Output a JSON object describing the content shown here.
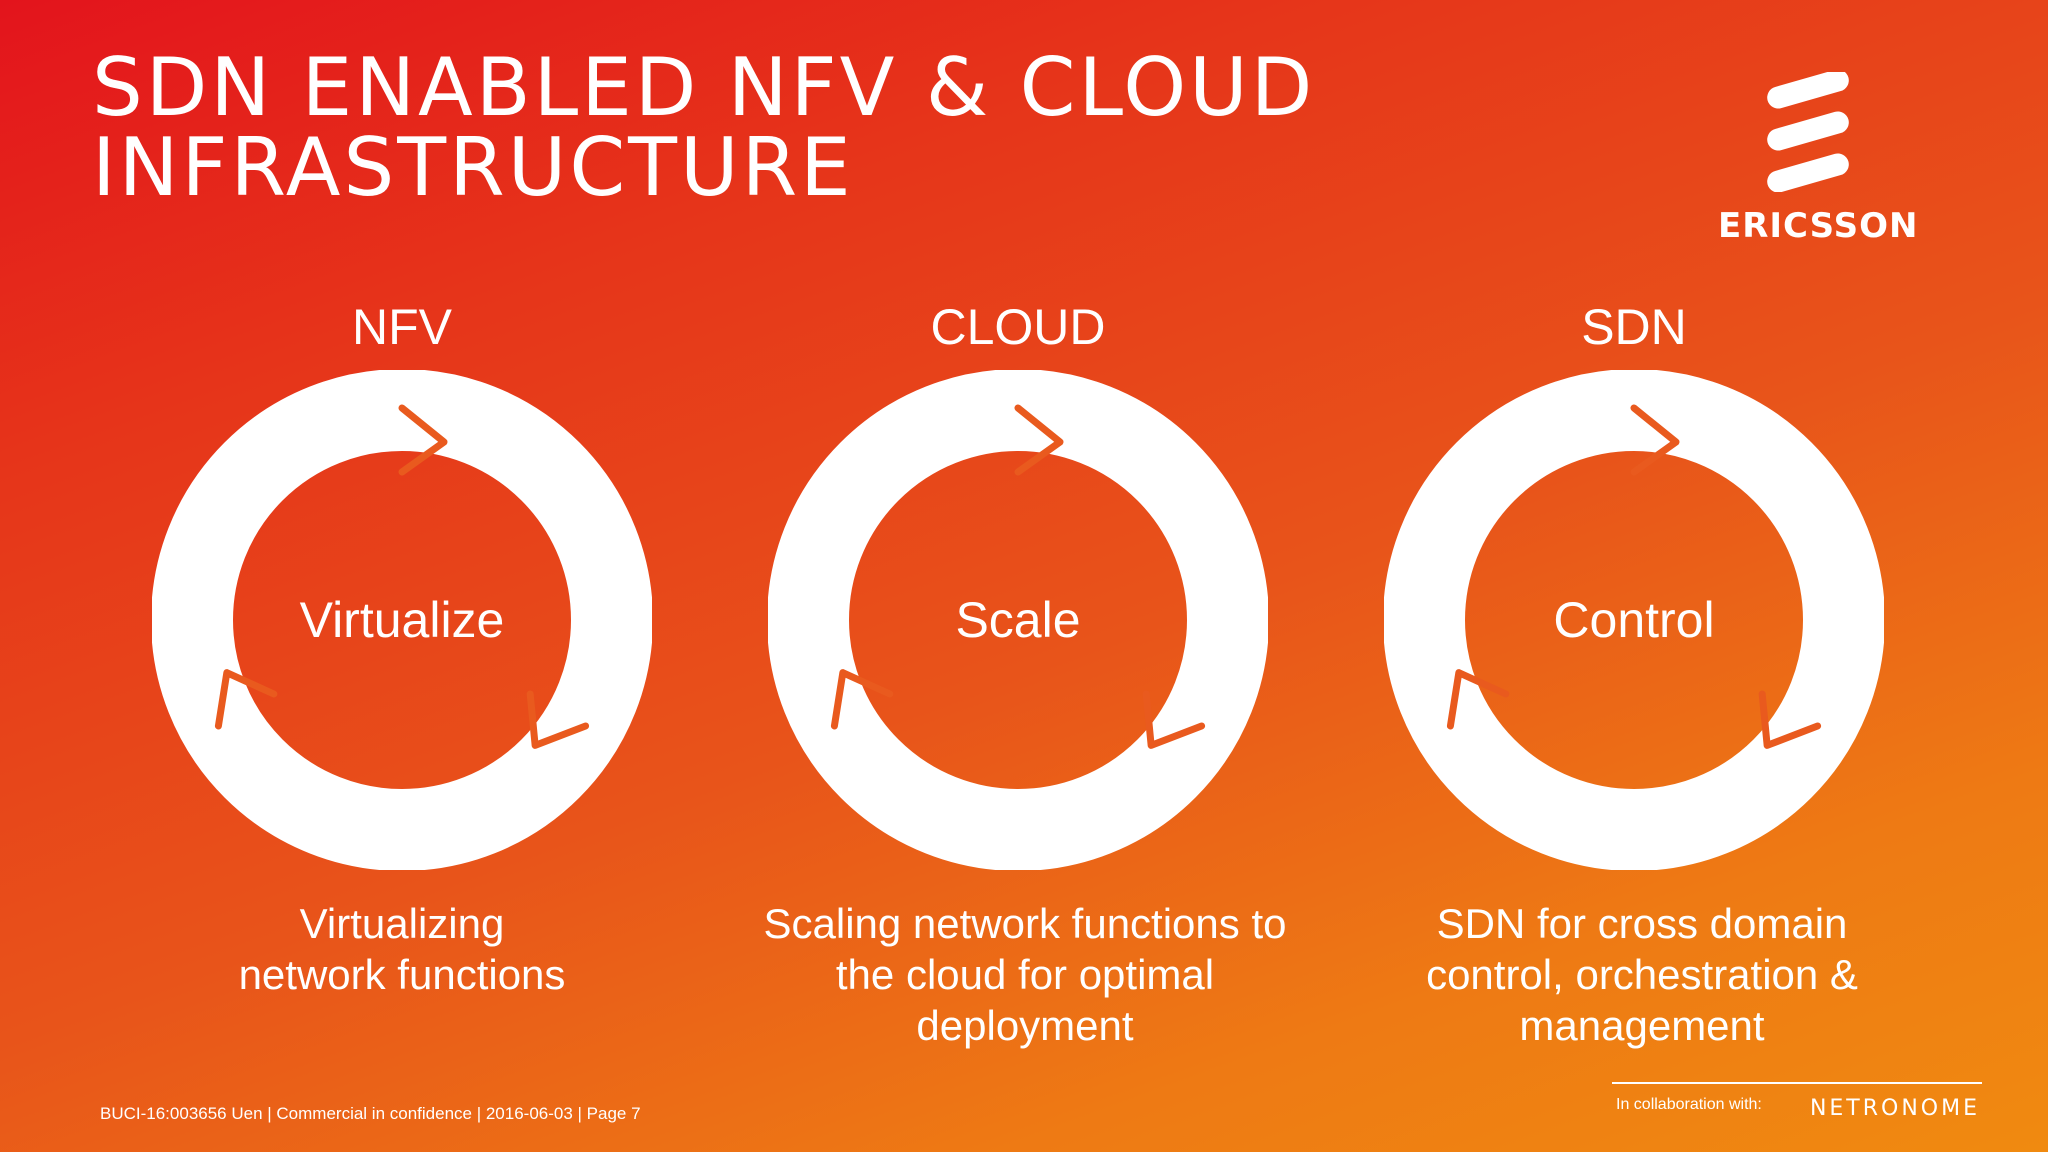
{
  "slide": {
    "title_line1": "SDN ENABLED NFV & CLOUD",
    "title_line2": "INFRASTRUCTURE"
  },
  "logo": {
    "text": "ERICSSON",
    "icon": "ericsson-logo-icon"
  },
  "columns": [
    {
      "heading": "NFV",
      "ring_label": "Virtualize",
      "description_line1": "Virtualizing",
      "description_line2": "network functions",
      "description_line3": ""
    },
    {
      "heading": "CLOUD",
      "ring_label": "Scale",
      "description_line1": "Scaling network functions to",
      "description_line2": "the cloud for optimal",
      "description_line3": "deployment"
    },
    {
      "heading": "SDN",
      "ring_label": "Control",
      "description_line1": "SDN for cross domain",
      "description_line2": "control, orchestration &",
      "description_line3": "management"
    }
  ],
  "footer": {
    "text": "BUCI-16:003656 Uen  |  Commercial in confidence  |  2016-06-03  |  Page 7",
    "collab_label": "In collaboration with:",
    "partner": "NETRONOME"
  },
  "colors": {
    "ring": "#ffffff",
    "ring_seam": "#e95a1e",
    "text": "#ffffff"
  }
}
